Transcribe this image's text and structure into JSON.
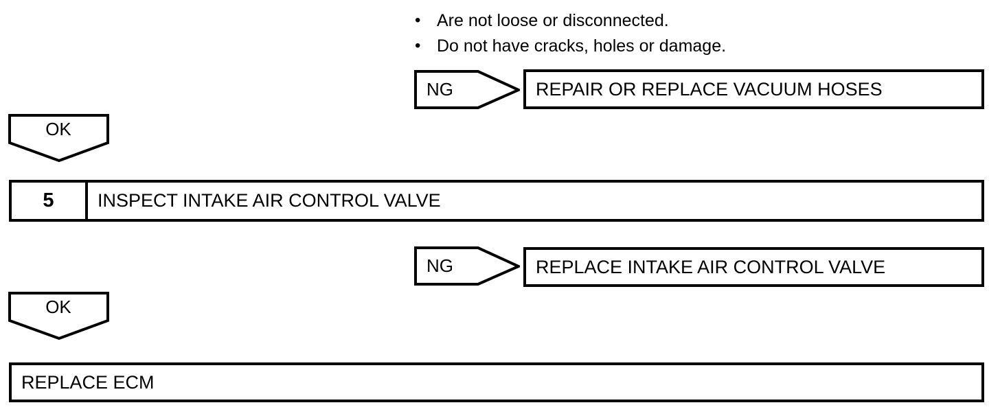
{
  "diagram": {
    "type": "automotive-troubleshooting-flowchart",
    "bullets": [
      {
        "marker": "•",
        "text": "Are not loose or disconnected."
      },
      {
        "marker": "•",
        "text": "Do not have cracks, holes or damage."
      }
    ],
    "connectors": {
      "ng_1": "NG",
      "ng_2": "NG",
      "ok_1": "OK",
      "ok_2": "OK"
    },
    "boxes": {
      "repair_vacuum_hoses": "REPAIR OR REPLACE VACUUM HOSES",
      "replace_intake_valve": "REPLACE INTAKE AIR CONTROL VALVE",
      "replace_ecm": "REPLACE ECM"
    },
    "step": {
      "number": "5",
      "title": "INSPECT INTAKE AIR CONTROL VALVE"
    },
    "colors": {
      "stroke": "#000000",
      "background": "#ffffff",
      "text": "#000000"
    }
  }
}
